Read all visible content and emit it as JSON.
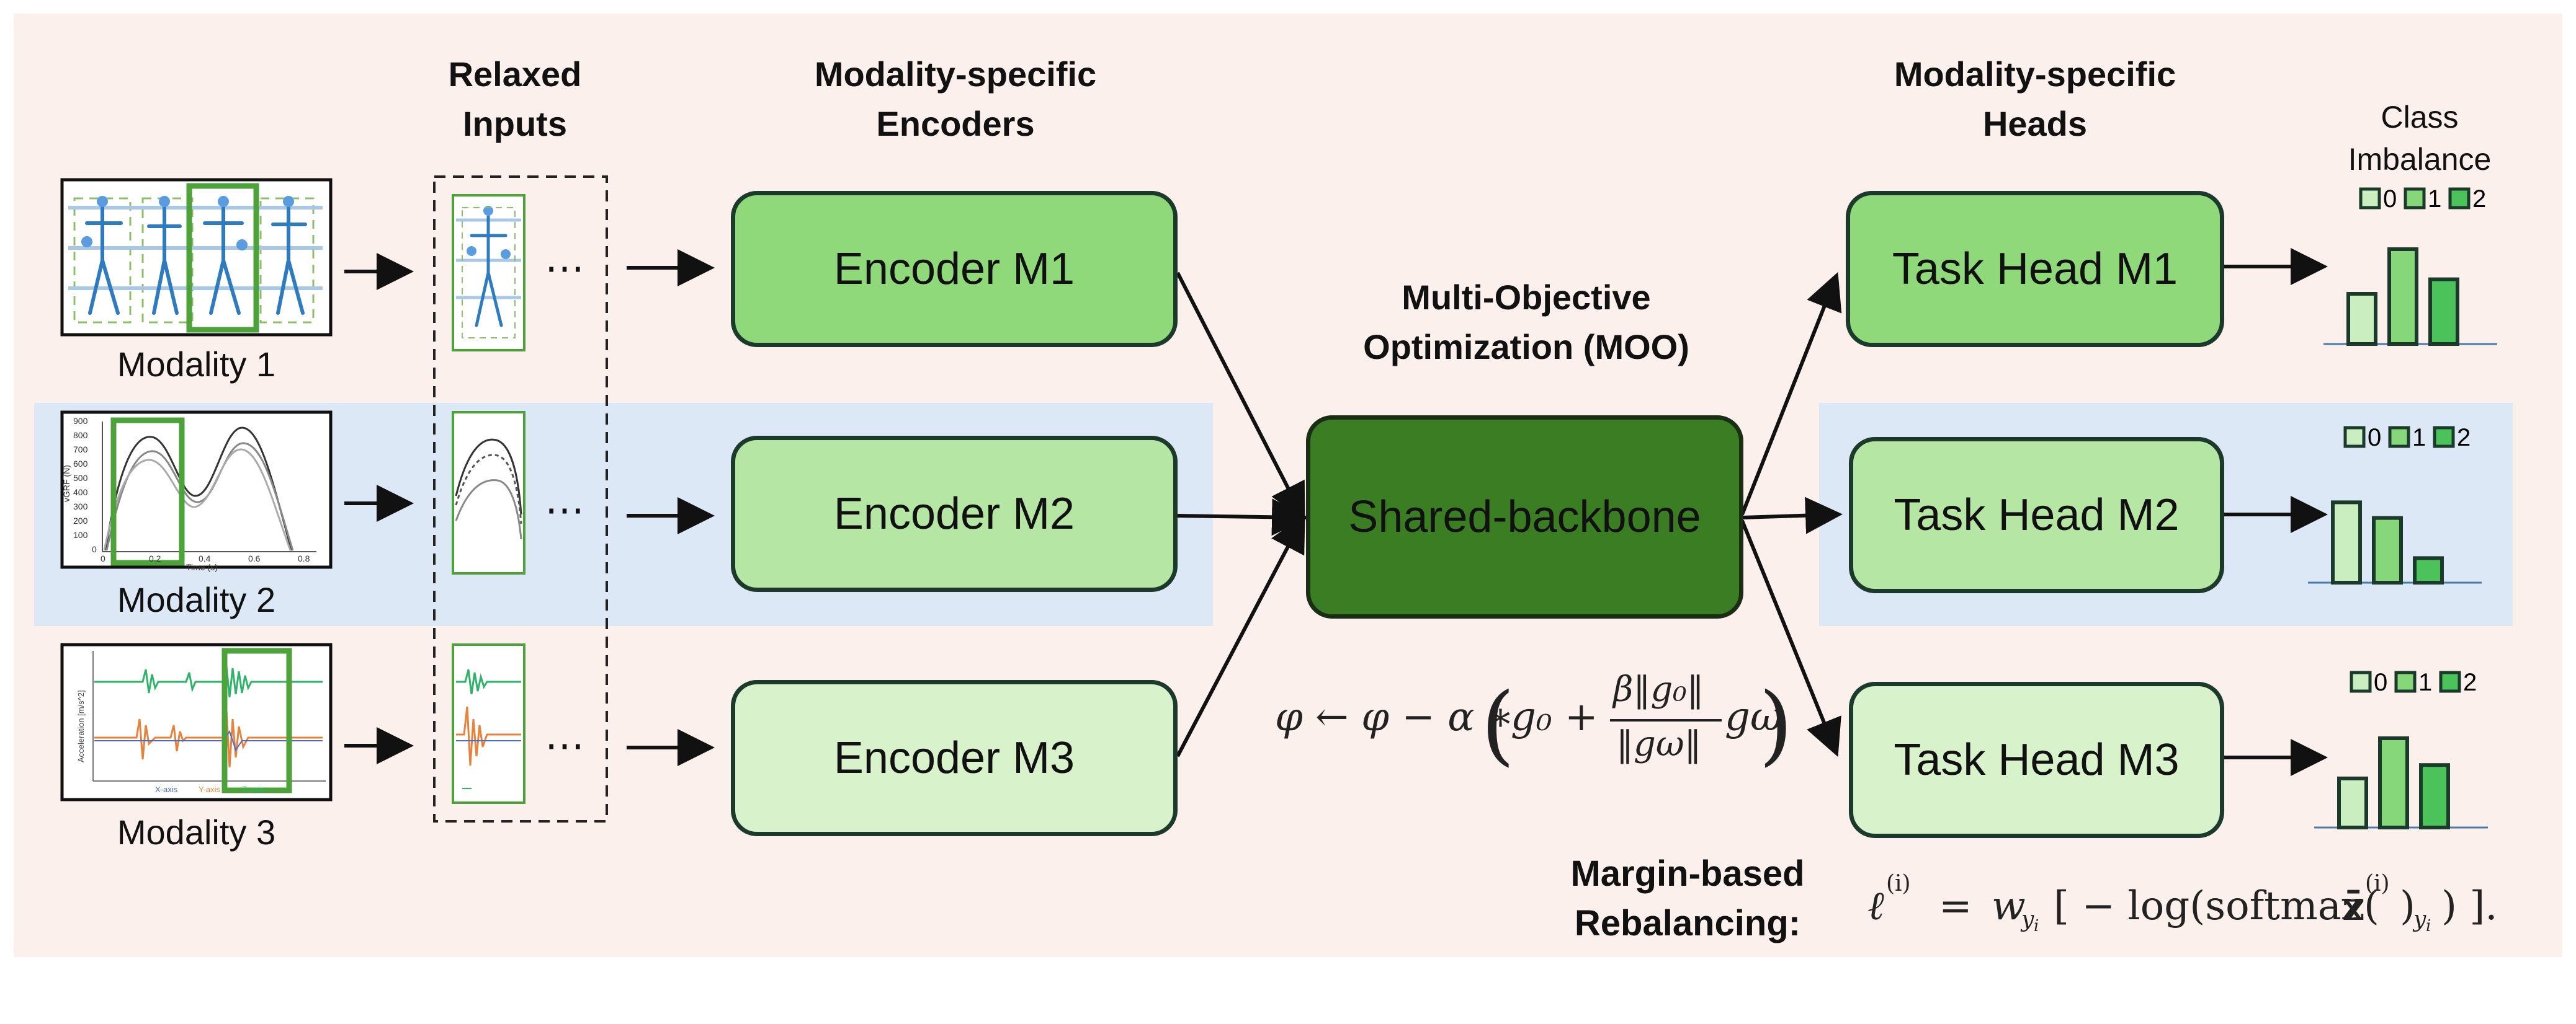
{
  "titles": {
    "relaxed_inputs": "Relaxed\nInputs",
    "encoders": "Modality-specific\nEncoders",
    "heads": "Modality-specific\nHeads",
    "class_imbalance": "Class\nImbalance",
    "moo": "Multi-Objective\nOptimization (MOO)",
    "rebalancing": "Margin-based\nRebalancing:"
  },
  "modalities": [
    {
      "label": "Modality 1"
    },
    {
      "label": "Modality 2"
    },
    {
      "label": "Modality 3"
    }
  ],
  "ellipsis": "⋯",
  "encoders": [
    "Encoder M1",
    "Encoder M2",
    "Encoder M3"
  ],
  "backbone": "Shared-backbone",
  "heads": [
    "Task Head M1",
    "Task Head M2",
    "Task Head M3"
  ],
  "legend": [
    "0",
    "1",
    "2"
  ],
  "class_bars": [
    [
      0.45,
      0.85,
      0.58
    ],
    [
      0.72,
      0.58,
      0.22
    ],
    [
      0.44,
      0.8,
      0.56
    ]
  ],
  "thumbnails": {
    "m2": {
      "y_ticks": [
        "900",
        "800",
        "700",
        "600",
        "500",
        "400",
        "300",
        "200",
        "100",
        "0"
      ],
      "x_ticks": [
        "0",
        "0.2",
        "0.4",
        "0.6",
        "0.8"
      ],
      "y_axis_label": "vGRF (N)",
      "x_axis_label": "Time (s)"
    },
    "m3": {
      "y_axis_label": "Acceleration [m/s^2]",
      "legend": [
        "X-axis",
        "Y-axis",
        "Z-axis"
      ]
    }
  },
  "formulas": {
    "update": "φ ← φ − α ∗ ( g₀ + β‖g₀‖ / ‖gω‖ · gω )",
    "update_lhs": "φ ← φ − α ∗",
    "update_g0": "g₀ +",
    "update_num": "β‖g₀‖",
    "update_den": "‖gω‖",
    "update_gw": "gω",
    "loss": "ℓ⁽ⁱ⁾  =  wᵧᵢ [ − log(softmax(z̄⁽ⁱ⁾)ᵧᵢ) ].",
    "loss_lhs": "ℓ",
    "loss_sup": "(i)",
    "loss_eq": "=",
    "loss_w": "w",
    "loss_wsub": "y",
    "loss_wsubsub": "i",
    "loss_body": "[ − log(softmax(",
    "loss_z": "z̄",
    "loss_zsup": "(i)",
    "loss_close": ")",
    "loss_ysub": "y",
    "loss_ysubsub": "i",
    "loss_end": ") ]."
  },
  "colors": {
    "background": "#fbf0ec",
    "band": "#dce8f5",
    "encoder1": "#8fd97a",
    "encoder2": "#b5e6a4",
    "encoder3": "#d8f2cc",
    "backbone": "#3b7d23",
    "head1": "#8fd97a",
    "head2": "#b5e6a4",
    "head3": "#d8f2cc",
    "bar_light": "#cbeec0",
    "bar_mid": "#86d67a",
    "bar_dark": "#4cc25a",
    "frame_green": "#4ea23a"
  }
}
